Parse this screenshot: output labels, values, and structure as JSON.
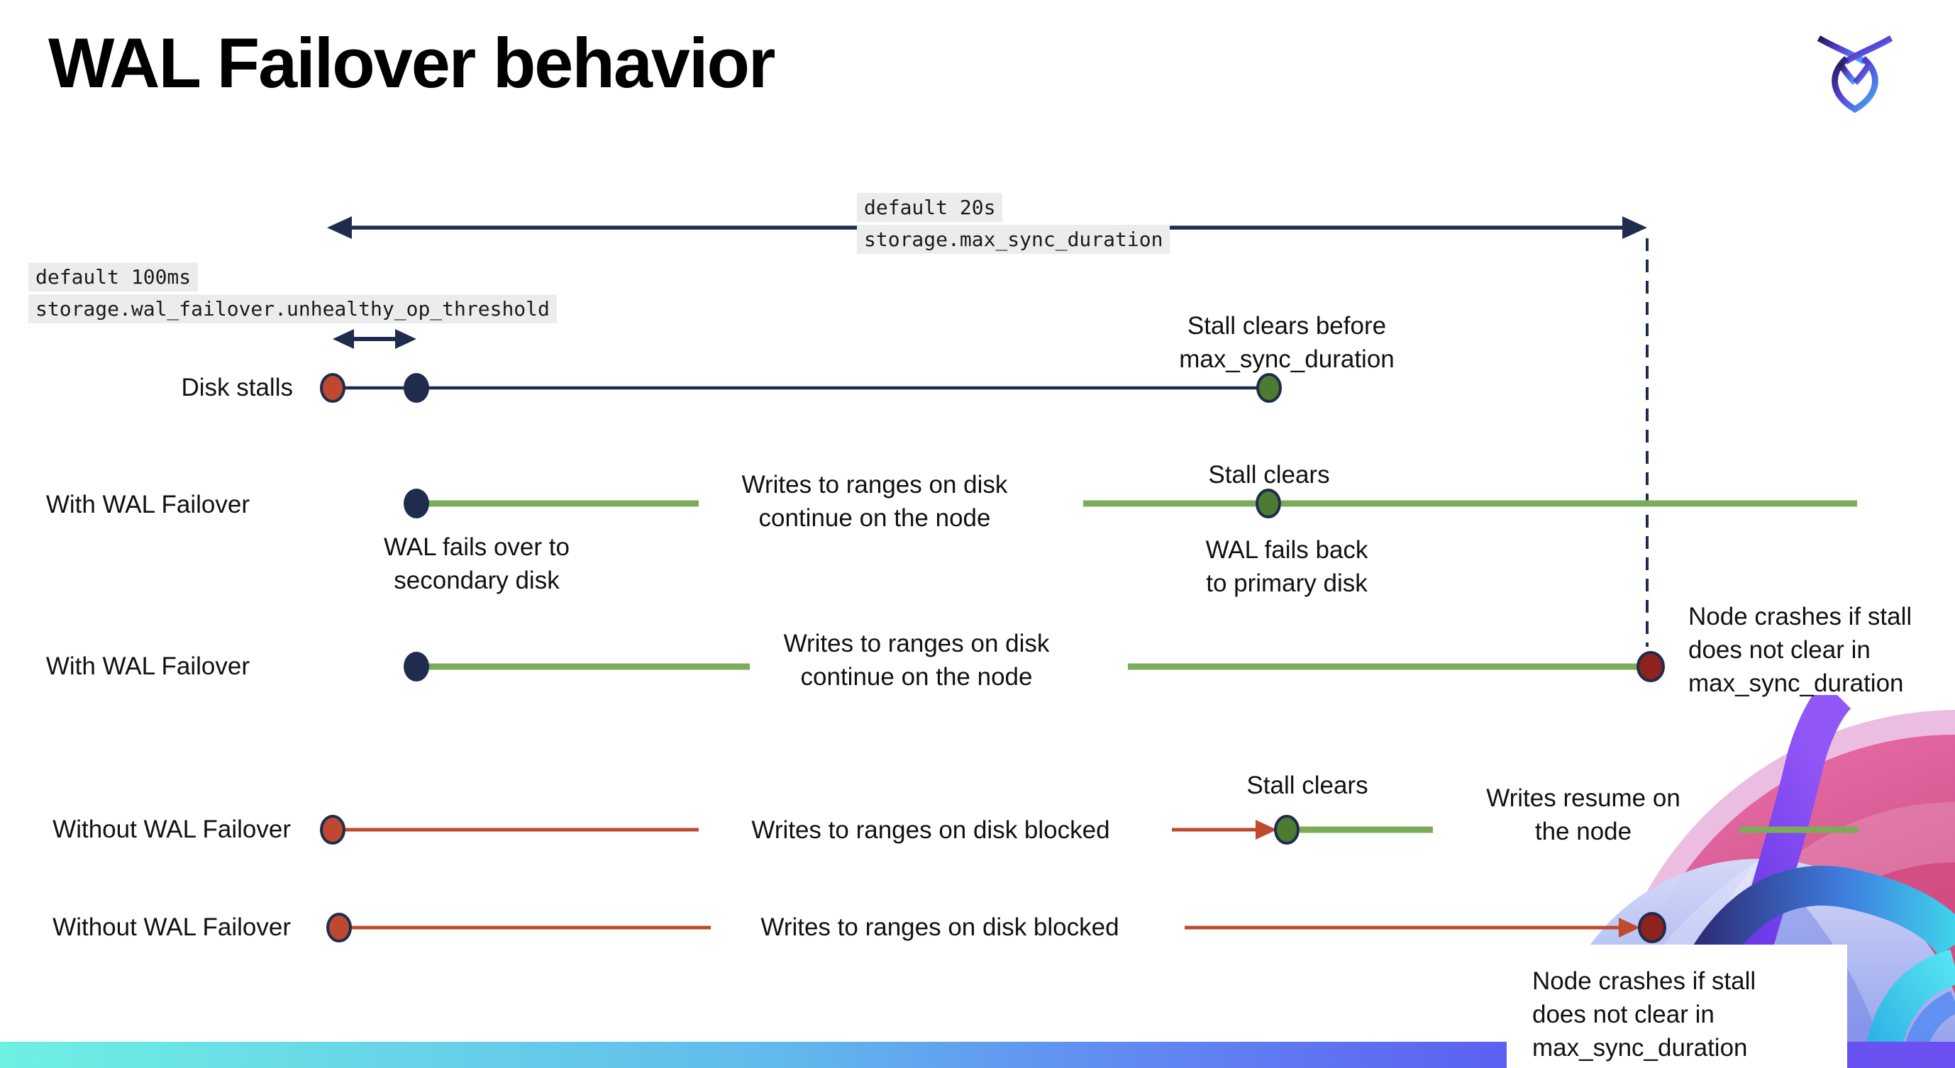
{
  "page": {
    "title": "WAL Failover behavior"
  },
  "logo": {
    "icon": "cockroachdb-logo"
  },
  "config": {
    "max_sync": {
      "default_label": "default 20s",
      "setting": "storage.max_sync_duration"
    },
    "unhealthy": {
      "default_label": "default 100ms",
      "setting": "storage.wal_failover.unhealthy_op_threshold"
    }
  },
  "rows": [
    {
      "label": "Disk stalls",
      "stall_note": "Stall clears before\nmax_sync_duration"
    },
    {
      "label": "With WAL Failover",
      "failover_note": "WAL fails over to\nsecondary disk",
      "writes_note": "Writes to ranges on disk\ncontinue on the node",
      "stall_note": "Stall clears",
      "failback_note": "WAL fails  back\nto primary disk"
    },
    {
      "label": "With WAL Failover",
      "writes_note": "Writes to ranges on disk\ncontinue on the node",
      "crash_note": "Node crashes if stall\ndoes not clear in\nmax_sync_duration"
    },
    {
      "label": "Without WAL Failover",
      "writes_note": "Writes to ranges on disk  blocked",
      "stall_note": "Stall clears",
      "resume_note": "Writes resume on\nthe node"
    },
    {
      "label": "Without WAL Failover",
      "writes_note": "Writes to ranges on disk  blocked",
      "crash_note": "Node crashes if stall\ndoes not clear in\nmax_sync_duration"
    }
  ],
  "colors": {
    "navy": "#1F2C4E",
    "red_line": "#C04A2E",
    "red_dot": "#BF4930",
    "dark_red_dot": "#8E231D",
    "green_line": "#7DAC58",
    "green_dot": "#4C7C31",
    "code_background": "#ECECEC",
    "bar_gradient": [
      "#6EF0E3",
      "#6189F2",
      "#5C5EF3",
      "#6C4FF0"
    ],
    "artwork": {
      "pink": "#D1497F",
      "purple": "#7A3BF0",
      "indigo": "#2E2E78",
      "teal": "#3FD3EC",
      "light_blue": "#9FB3F2"
    }
  }
}
